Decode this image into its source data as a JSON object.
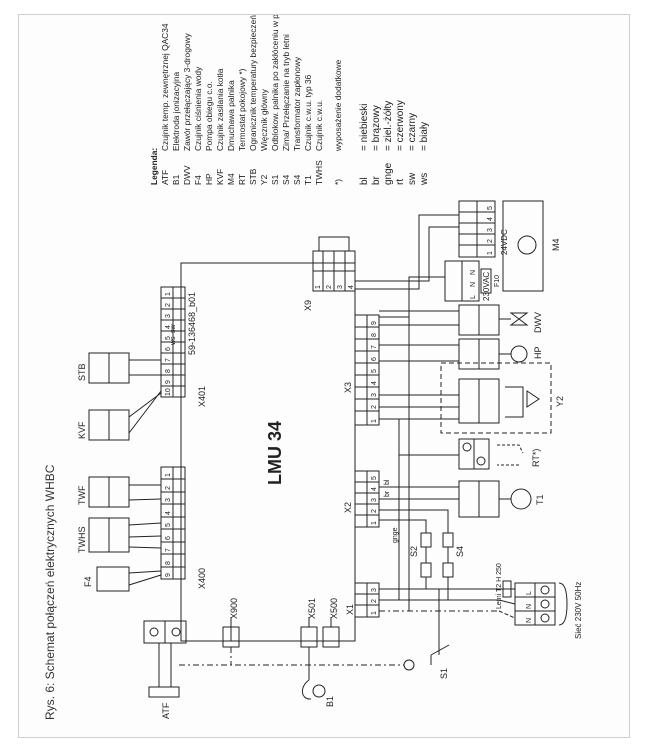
{
  "caption": "Rys. 6: Schemat połączeń elektrycznych WHBC",
  "board": {
    "name": "LMU 34",
    "code": "59-136468_b01"
  },
  "connectors": {
    "X401": "X401",
    "X400": "X400",
    "X900": "X900",
    "X501": "X501",
    "X500": "X500",
    "X1": "X1",
    "X2": "X2",
    "X3": "X3",
    "X9": "X9"
  },
  "components": {
    "STB": "STB",
    "KVF": "KVF",
    "TWF": "TWF",
    "TWHS": "TWHS",
    "F4": "F4",
    "ATF": "ATF",
    "B1": "B1",
    "S1": "S1",
    "S2": "S2",
    "S4": "S4",
    "T1": "T1",
    "RT": "RT*)",
    "Y2": "Y2",
    "HP": "HP",
    "DWV": "DWV",
    "M4": "M4",
    "F10": "F10",
    "vdc": "24VDC",
    "vac": "230VAC",
    "siec": "Sieć 230V 50Hz",
    "fuse": "Letni T2 H 250"
  },
  "legend": {
    "title": "Legenda:",
    "items": [
      {
        "code": "ATF",
        "desc": "Czujnik temp. zewnętrznej QAC34"
      },
      {
        "code": "B1",
        "desc": "Elektroda jonizacyjna"
      },
      {
        "code": "DWV",
        "desc": "Zawór przełączający 3-drogowy"
      },
      {
        "code": "F4",
        "desc": "Czujnik ciśnienia wody"
      },
      {
        "code": "HP",
        "desc": "Pompa obiegu c.o."
      },
      {
        "code": "KVF",
        "desc": "Czujnik zasilania kotła"
      },
      {
        "code": "M4",
        "desc": "Dmuchawa palnika"
      },
      {
        "code": "RT",
        "desc": "Termostat pokojowy *)"
      },
      {
        "code": "STB",
        "desc": "Ogranicznik temperatury bezpieczeństwa"
      },
      {
        "code": "Y2",
        "desc": "Więcznik główny"
      },
      {
        "code": "S1",
        "desc": "Odblokow. palnika po zakłóceniu w pracy"
      },
      {
        "code": "S4",
        "desc": "Zima/ Przełączanie na tryb letni"
      },
      {
        "code": "S4",
        "desc": "Transformator zapłonowy"
      },
      {
        "code": "T1",
        "desc": "Czujnik c.w.u. typ 36"
      },
      {
        "code": "TWHS",
        "desc": "Czujnik c.w.u."
      },
      {
        "code": "*)",
        "desc": "wyposażenie dodatkowe"
      }
    ]
  },
  "colors_legend": [
    {
      "code": "bl",
      "desc": "= niebieski"
    },
    {
      "code": "br",
      "desc": "= brązowy"
    },
    {
      "code": "gnge",
      "desc": "= ziel.-żółty"
    },
    {
      "code": "rt",
      "desc": "= czerwony"
    },
    {
      "code": "sw",
      "desc": "= czarny"
    },
    {
      "code": "ws",
      "desc": "= biały"
    }
  ],
  "pins": {
    "x401": [
      "10",
      "9",
      "8",
      "7",
      "6",
      "5",
      "4",
      "3",
      "2",
      "1"
    ],
    "x400": [
      "9",
      "8",
      "7",
      "6",
      "5",
      "4",
      "3",
      "2",
      "1"
    ],
    "x3": [
      "1",
      "2",
      "3",
      "4",
      "5",
      "6",
      "7",
      "8",
      "9"
    ],
    "x2": [
      "1",
      "2",
      "3",
      "4",
      "5"
    ],
    "x1": [
      "1",
      "2",
      "3"
    ],
    "x9": [
      "1",
      "2",
      "3",
      "4"
    ],
    "m4": [
      "1",
      "2",
      "3",
      "4",
      "5"
    ],
    "lnn": [
      "L",
      "N",
      "N"
    ],
    "lnn_main": [
      "L",
      "N",
      "N"
    ]
  },
  "wire_labels": {
    "sw": "sw",
    "ws": "ws",
    "bl": "bl",
    "br": "br",
    "gnge": "gnge"
  }
}
